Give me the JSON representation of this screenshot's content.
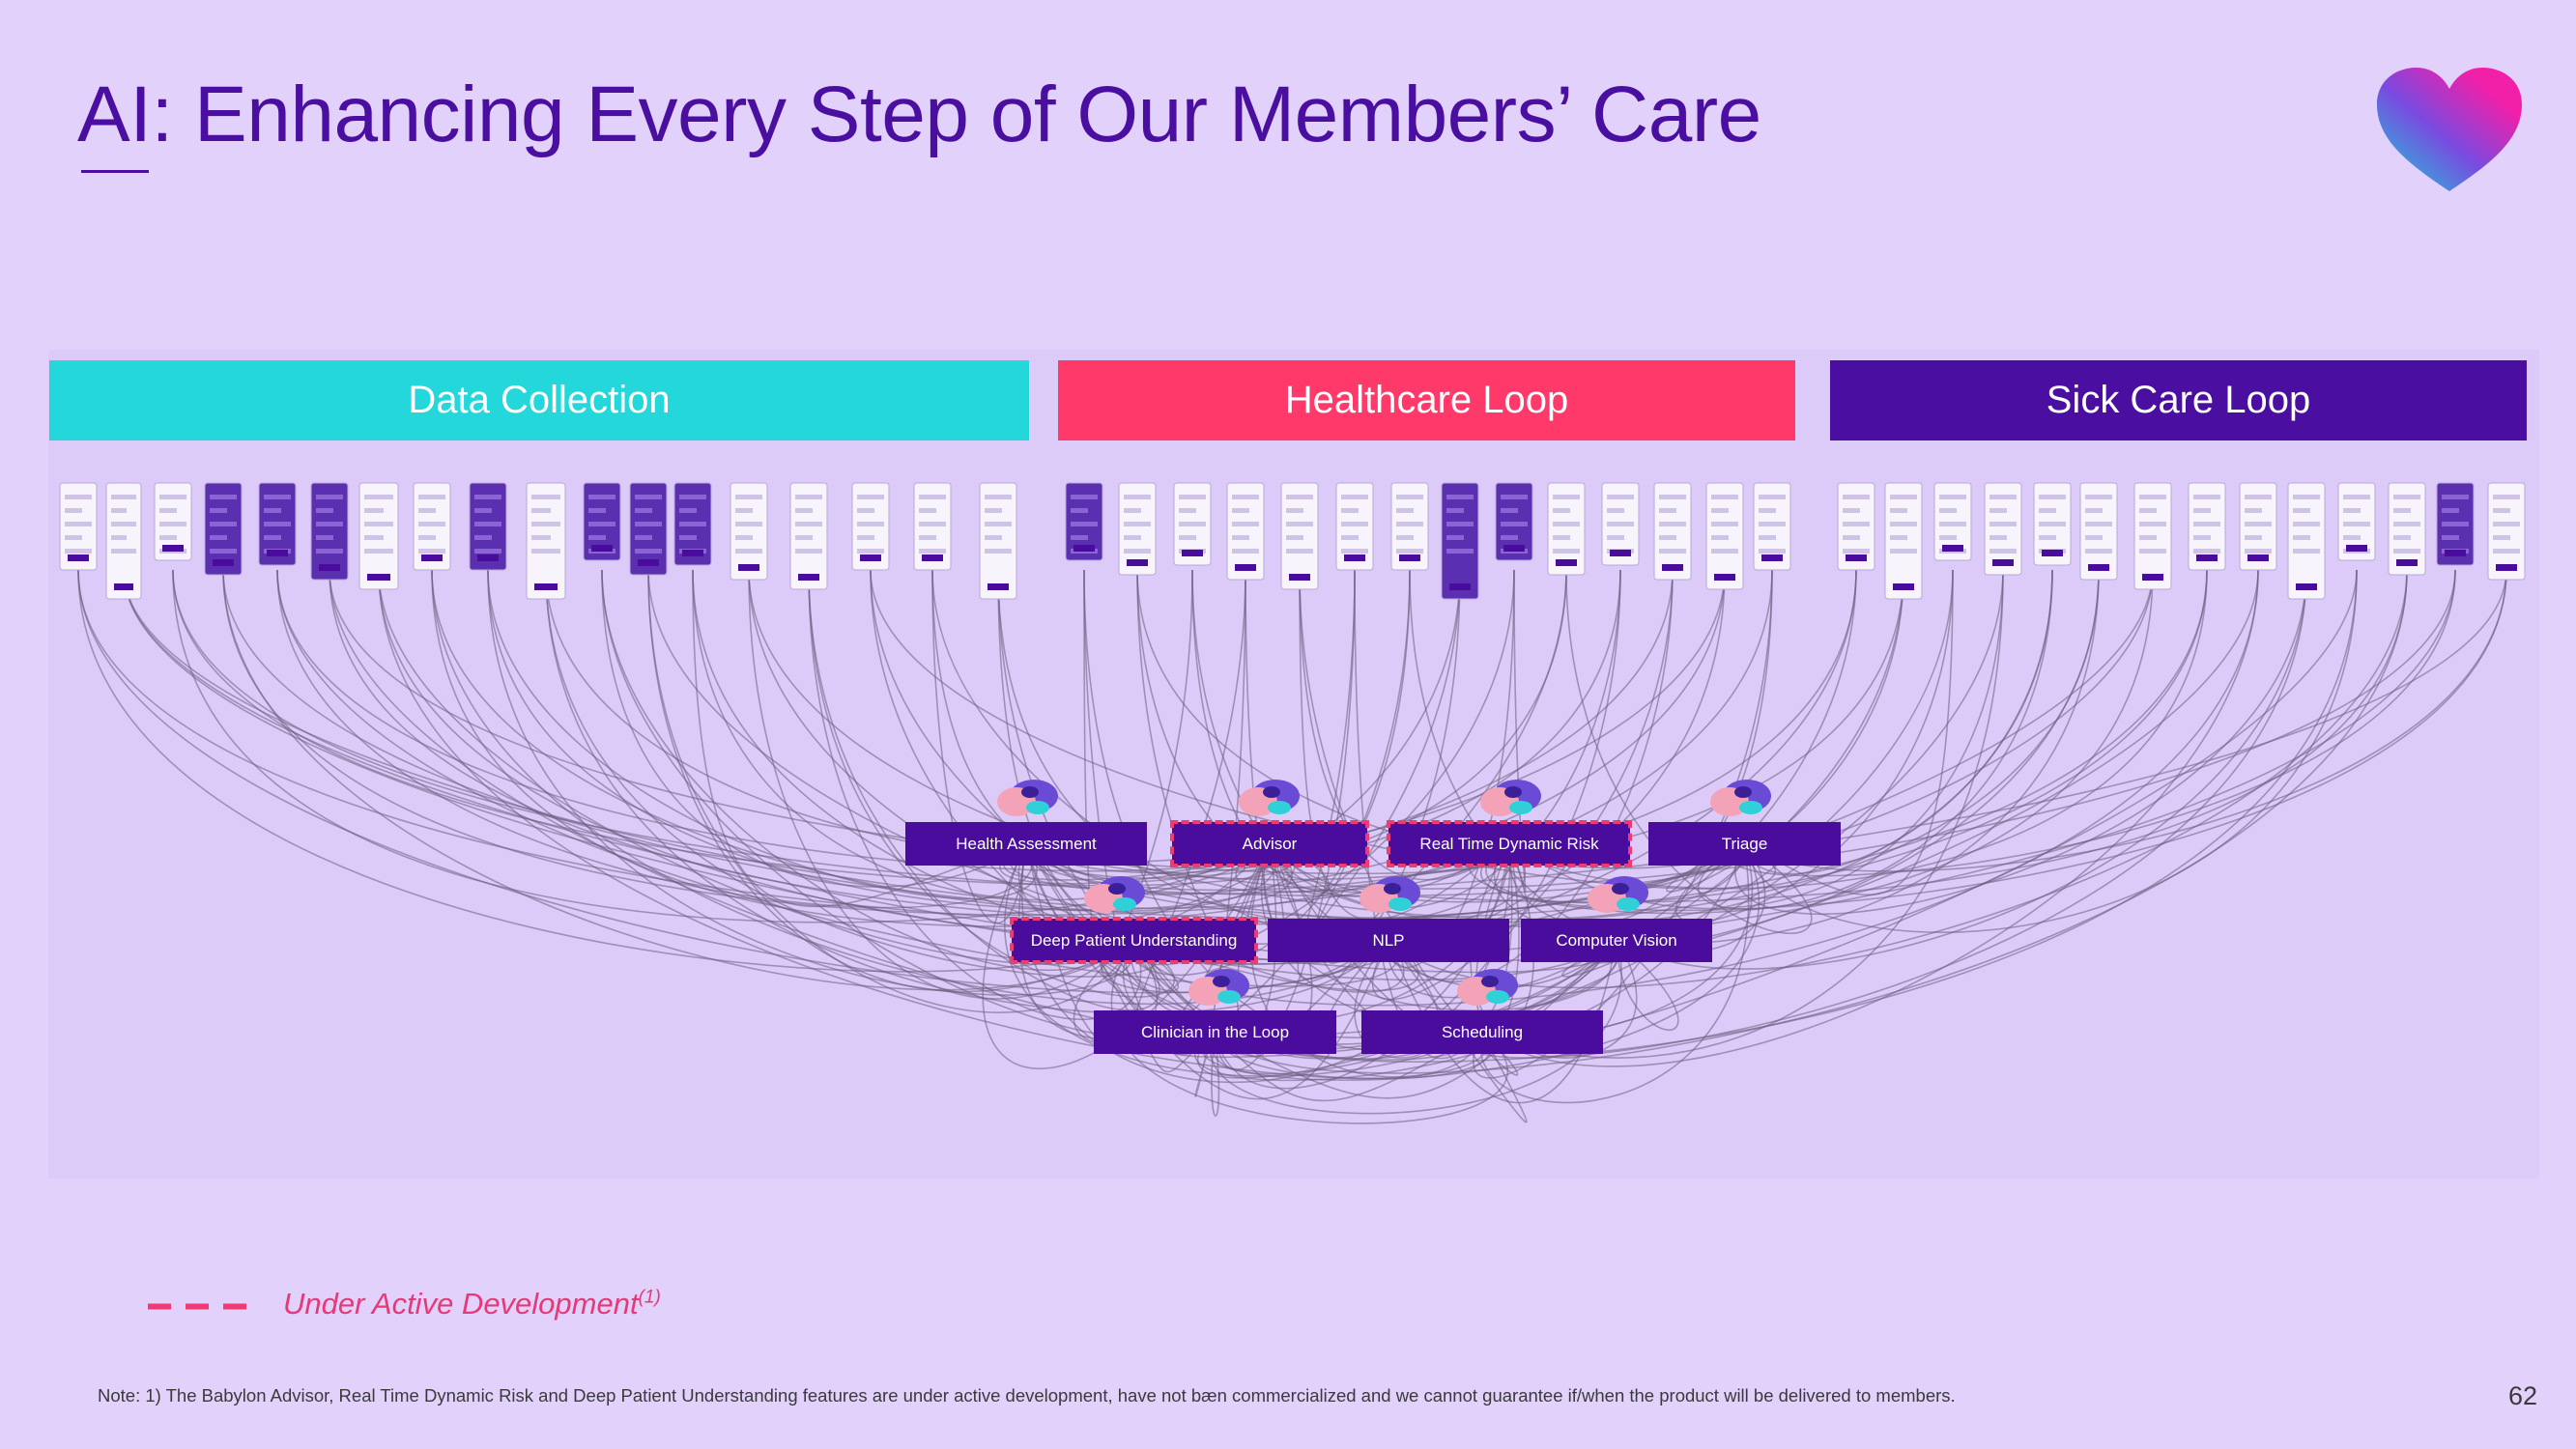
{
  "title": "AI: Enhancing Every Step of Our Members’ Care",
  "colors": {
    "background": "#e1d1fb",
    "title": "#4a0ea0",
    "data_collection": "#23d7da",
    "healthcare_loop": "#ff3a6a",
    "sick_care_loop": "#4a0ea0",
    "node": "#4a0c9c",
    "under_development": "#ef3b74"
  },
  "logo_icon": "heart-logo-icon",
  "sections": {
    "data_collection": "Data Collection",
    "healthcare_loop": "Healthcare Loop",
    "sick_care_loop": "Sick Care Loop"
  },
  "ai_modules": {
    "health_assessment": "Health Assessment",
    "advisor": "Advisor",
    "real_time_dynamic_risk": "Real Time Dynamic Risk",
    "triage": "Triage",
    "deep_patient_understanding": "Deep Patient Understanding",
    "nlp": "NLP",
    "computer_vision": "Computer Vision",
    "clinician_in_the_loop": "Clinician in the Loop",
    "scheduling": "Scheduling"
  },
  "under_development_modules": [
    "advisor",
    "real_time_dynamic_risk",
    "deep_patient_understanding"
  ],
  "module_icon": "brain-icon",
  "screen_thumbnail_icon": "app-screen-thumbnail",
  "legend": {
    "label": "Under Active Development",
    "superscript": "(1)"
  },
  "note": "Note: 1) The Babylon Advisor, Real Time Dynamic Risk and Deep Patient Understanding features are under active development, have not bæn commercialized and we cannot guarantee if/when the product will be delivered to members.",
  "page_number": "62"
}
